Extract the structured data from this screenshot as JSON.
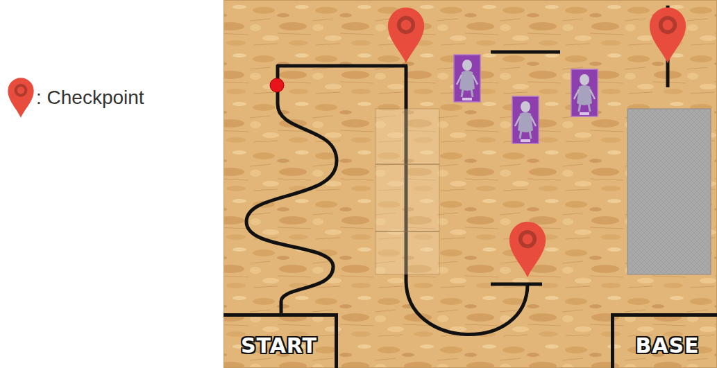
{
  "diagram": {
    "nodes": [
      {
        "text": [
          "START"
        ]
      },
      {
        "text": [
          "BASE"
        ]
      }
    ],
    "legend": [
      {
        "text": ": Checkpoint"
      }
    ]
  }
}
